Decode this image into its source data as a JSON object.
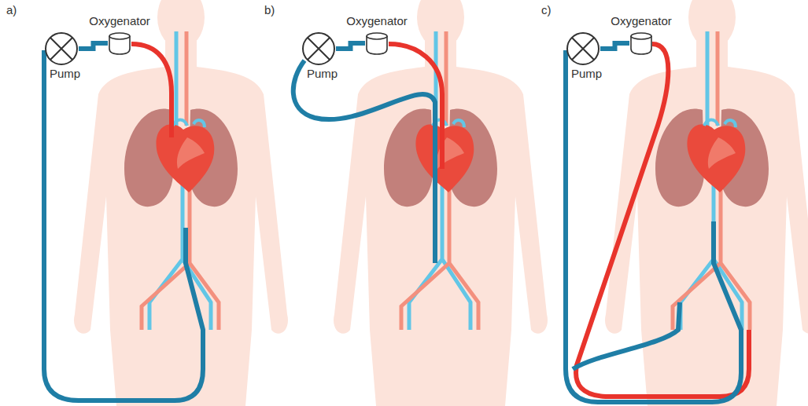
{
  "diagram": {
    "nodes": [
      {
        "text": [
          "Oxygenator"
        ]
      },
      {
        "text": [
          "Pump"
        ]
      },
      {
        "text": [
          "Oxygenator"
        ]
      },
      {
        "text": [
          "Pump"
        ]
      },
      {
        "text": [
          "Oxygenator"
        ]
      },
      {
        "text": [
          "Pump"
        ]
      }
    ],
    "edges": [
      {
        "from": 1,
        "to": 0,
        "arrow": "none"
      },
      {
        "from": 3,
        "to": 2,
        "arrow": "none"
      },
      {
        "from": 5,
        "to": 4,
        "arrow": "none"
      }
    ],
    "labels": [
      "a)",
      "b)",
      "c)"
    ]
  }
}
